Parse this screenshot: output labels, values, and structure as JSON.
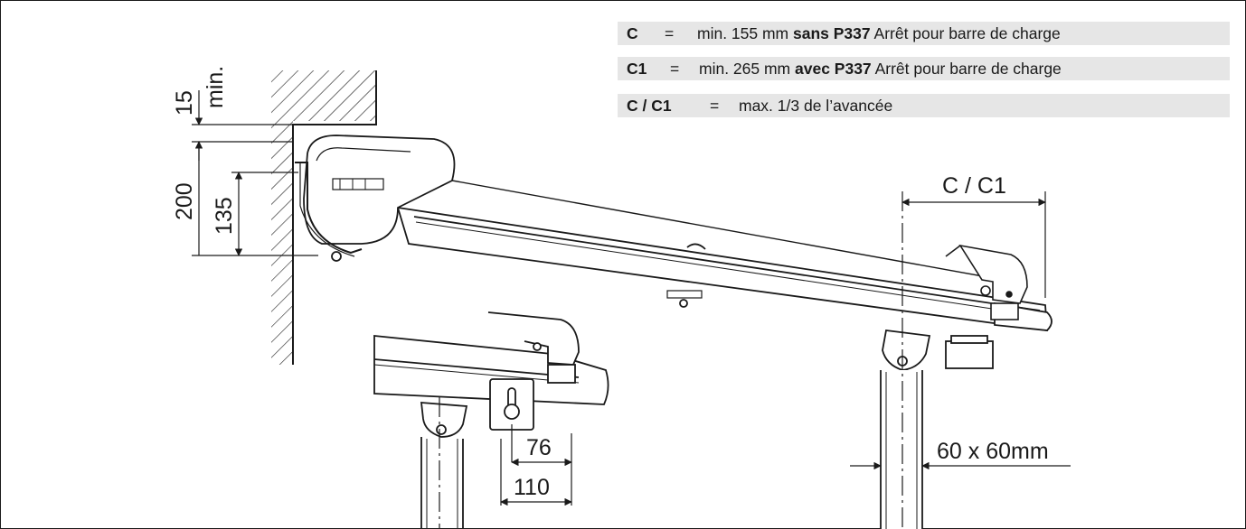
{
  "legend": [
    {
      "code": "C",
      "eq": "=",
      "pre": "min. 155 mm ",
      "bold": "sans P337",
      "post": " Arrêt pour barre de charge"
    },
    {
      "code": "C1",
      "eq": "=",
      "pre": "min. 265 mm ",
      "bold": "avec P337",
      "post": " Arrêt pour barre de charge"
    },
    {
      "code": "C / C1",
      "eq": "=",
      "pre": "max. 1/3 de l’avancée",
      "bold": "",
      "post": ""
    }
  ],
  "dimensions": {
    "gap": "15",
    "gap_note": "min.",
    "height": "200",
    "inner_height": "135",
    "overhang": "C / C1",
    "post_size": "60 x 60mm",
    "slot_offset": "76",
    "slot_width": "110"
  },
  "colors": {
    "stroke": "#1a1a1a",
    "legend_bg": "#e6e6e6",
    "part_fill": "#ffffff",
    "shade": "#cfcfcf"
  }
}
